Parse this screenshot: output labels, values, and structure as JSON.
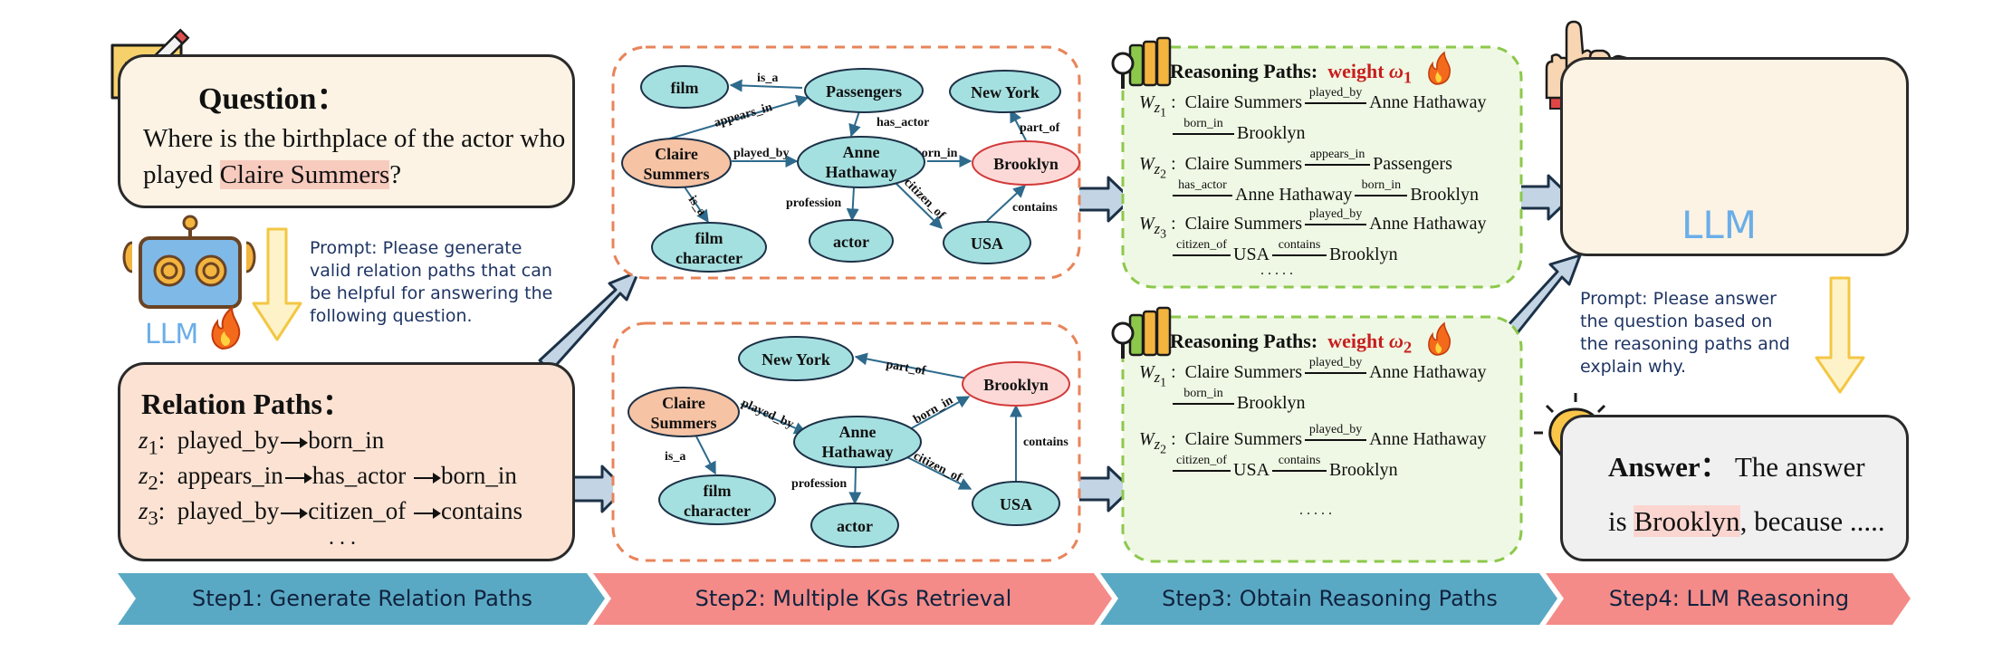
{
  "question": {
    "title": "Question：",
    "text_before": "Where is the birthplace of the actor who played ",
    "text_highlight": "Claire Summers",
    "text_after": "?"
  },
  "prompt1": {
    "label": "Prompt:",
    "lines": [
      "Please generate",
      "valid relation paths that can",
      "be helpful for answering the",
      "following question."
    ]
  },
  "llm_label": "LLM",
  "relation_paths": {
    "title": "Relation Paths：",
    "rows": [
      {
        "var": "z",
        "sub": "1",
        "colon": ":",
        "rels": [
          "played_by",
          "born_in"
        ]
      },
      {
        "var": "z",
        "sub": "2",
        "colon": ":",
        "rels": [
          "appears_in",
          "has_actor",
          "born_in"
        ]
      },
      {
        "var": "z",
        "sub": "3",
        "colon": ":",
        "rels": [
          "played_by",
          "citizen_of",
          "contains"
        ]
      }
    ],
    "ellipsis": ". . ."
  },
  "kg1": {
    "nodes": {
      "film": "film",
      "passengers": "Passengers",
      "new_york": "New York",
      "claire1": "Claire",
      "claire2": "Summers",
      "anne1": "Anne",
      "anne2": "Hathaway",
      "brooklyn": "Brooklyn",
      "film_char1": "film",
      "film_char2": "character",
      "actor": "actor",
      "usa": "USA"
    },
    "edges": {
      "is_a_top": "is_a",
      "appears_in": "appears_in",
      "has_actor": "has_actor",
      "part_of": "part_of",
      "played_by": "played_by",
      "born_in": "born_in",
      "is_a": "is_a",
      "profession": "profession",
      "citizen_of": "citizen_of",
      "contains": "contains"
    }
  },
  "kg2": {
    "nodes": {
      "new_york": "New York",
      "brooklyn": "Brooklyn",
      "claire1": "Claire",
      "claire2": "Summers",
      "anne1": "Anne",
      "anne2": "Hathaway",
      "film_char1": "film",
      "film_char2": "character",
      "usa": "USA",
      "actor": "actor"
    },
    "edges": {
      "part_of": "part_of",
      "played_by": "played_by",
      "born_in": "born_in",
      "is_a": "is_a",
      "citizen_of": "citizen_of",
      "contains": "contains",
      "profession": "profession"
    }
  },
  "reasoning1": {
    "title": "Reasoning Paths:",
    "weight_label": "weight ",
    "weight_symbol": "ω",
    "weight_sub": "1",
    "lines": [
      {
        "label": "W",
        "sub": "z",
        "subsub": "1",
        "text": "Claire Summers",
        "rel": "played_by",
        "end": "Anne Hathaway"
      },
      {
        "rel": "born_in",
        "end": "Brooklyn"
      },
      {
        "label": "W",
        "sub": "z",
        "subsub": "2",
        "text": "Claire Summers",
        "rel": "appears_in",
        "end": "Passengers"
      },
      {
        "rel": "has_actor",
        "mid": "Anne Hathaway",
        "rel2": "born_in",
        "end": "Brooklyn"
      },
      {
        "label": "W",
        "sub": "z",
        "subsub": "3",
        "text": "Claire Summers",
        "rel": "played_by",
        "end": "Anne Hathaway"
      },
      {
        "rel": "citizen_of",
        "mid": "USA",
        "rel2": "contains",
        "end": "Brooklyn"
      }
    ],
    "ellipsis": ". . . . ."
  },
  "reasoning2": {
    "title": "Reasoning Paths:",
    "weight_label": "weight ",
    "weight_symbol": "ω",
    "weight_sub": "2",
    "lines": [
      {
        "label": "W",
        "sub": "z",
        "subsub": "1",
        "text": "Claire Summers",
        "rel": "played_by",
        "end": "Anne Hathaway"
      },
      {
        "rel": "born_in",
        "end": "Brooklyn"
      },
      {
        "label": "W",
        "sub": "z",
        "subsub": "2",
        "text": "Claire Summers",
        "rel": "played_by",
        "end": "Anne Hathaway"
      },
      {
        "rel": "citizen_of",
        "mid": "USA",
        "rel2": "contains",
        "end": "Brooklyn"
      }
    ],
    "ellipsis": ". . . . ."
  },
  "prompt2": {
    "label": "Prompt:",
    "lines": [
      "Please answer",
      "the question based on",
      "the reasoning paths and",
      "explain why."
    ]
  },
  "answer": {
    "label": "Answer：",
    "text1": "The answer",
    "text2_before": "is ",
    "text2_highlight": "Brooklyn",
    "text2_after": ", because ....."
  },
  "steps": [
    {
      "label": "Step1: Generate Relation Paths",
      "color": "#5aa9c4"
    },
    {
      "label": "Step2: Multiple KGs Retrieval",
      "color": "#f48b88"
    },
    {
      "label": "Step3: Obtain Reasoning Paths",
      "color": "#5aa9c4"
    },
    {
      "label": "Step4: LLM Reasoning",
      "color": "#f48b88"
    }
  ],
  "colors": {
    "node_teal": "#a5e0e0",
    "node_orange": "#f6c3a4",
    "node_red": "#fcd9d7",
    "kg_border": "#e8845a",
    "reason_border": "#8cc84b",
    "weight_red": "#c81e1e",
    "prompt_text": "#1f3564",
    "llm_blue": "#6aaee8",
    "robot_body": "#7fb9e8",
    "robot_brown": "#6b4424"
  }
}
